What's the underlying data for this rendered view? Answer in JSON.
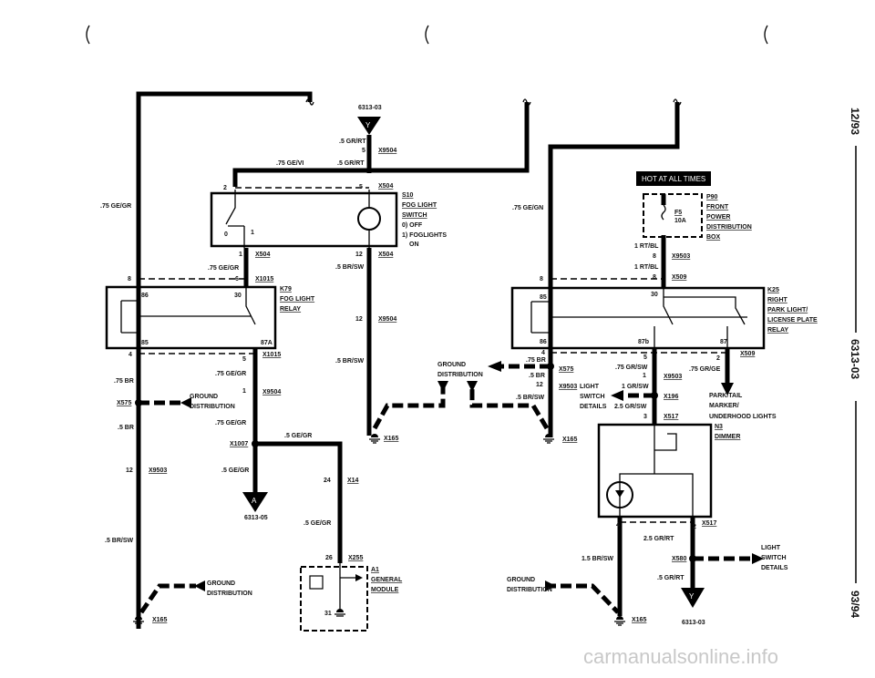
{
  "margin": {
    "date": "12/93",
    "page_ref": "6313-03",
    "model_years": "93/94"
  },
  "watermark": "carmanualsonline.info",
  "connector_refs": {
    "y_top": {
      "letter": "Y",
      "page": "6313-03"
    },
    "a_bottom": {
      "letter": "A",
      "page": "6313-05"
    },
    "y_bottom": {
      "letter": "Y",
      "page": "6313-03"
    }
  },
  "components": {
    "s10": {
      "id": "S10",
      "name1": "FOG LIGHT",
      "name2": "SWITCH",
      "pos0": "0) OFF",
      "pos1": "1) FOGLIGHTS",
      "pos1b": "ON",
      "pin0": "0",
      "pin1": "1"
    },
    "k79": {
      "id": "K79",
      "name1": "FOG LIGHT",
      "name2": "RELAY",
      "p86": "86",
      "p30": "30",
      "p85": "85",
      "p87a": "87A"
    },
    "a1": {
      "id": "A1",
      "name1": "GENERAL",
      "name2": "MODULE",
      "p31": "31"
    },
    "p90": {
      "id": "P90",
      "name1": "FRONT",
      "name2": "POWER",
      "name3": "DISTRIBUTION",
      "name4": "BOX",
      "fuse": "F5",
      "rating": "10A"
    },
    "k25": {
      "id": "K25",
      "name1": "RIGHT",
      "name2": "PARK LIGHT/",
      "name3": "LICENSE PLATE",
      "name4": "RELAY",
      "p85": "85",
      "p30": "30",
      "p86": "86",
      "p87b": "87b",
      "p87": "87"
    },
    "n3": {
      "id": "N3",
      "name1": "DIMMER"
    }
  },
  "hot_label": "HOT AT ALL TIMES",
  "labels": {
    "l1": ".5 GR/RT",
    "l2": "5",
    "l3": "X9504",
    "l4": ".75 GE/VI",
    "l5": ".5 GR/RT",
    "l6": "2",
    "l7": "5",
    "l8": "X504",
    "l9": ".75 GE/GR",
    "l10": "1",
    "l11": "X504",
    "l12": "12",
    "l13": "X504",
    "l14": ".75 GE/GR",
    "l15": ".5 BR/SW",
    "l16": "8",
    "l17": "6",
    "l18": "X1015",
    "l19": "12",
    "l20": "X9504",
    "l21": "4",
    "l22": "5",
    "l23": "X1015",
    "l24": ".5 BR/SW",
    "l25": ".75 GE/GR",
    "l26": ".75 BR",
    "l27": "1",
    "l28": "X9504",
    "l29": "X575",
    "l30": "GROUND",
    "l31": "DISTRIBUTION",
    "l32": ".75 GE/GR",
    "l33": ".5 BR",
    "l34": ".5 GE/GR",
    "l35": "X1007",
    "l36": "12",
    "l37": "X9503",
    "l38": ".5 GE/GR",
    "l39": "24",
    "l40": "X14",
    "l41": ".5 GE/GR",
    "l42": ".5 BR/SW",
    "l43": "26",
    "l44": "X255",
    "l45": "GROUND",
    "l46": "DISTRIBUTION",
    "l47": "X165",
    "l48": "X165",
    "l49": "GROUND",
    "l50": "DISTRIBUTION",
    "l51": ".75 GE/GN",
    "l52": "1 RT/BL",
    "l53": "8",
    "l54": "X9503",
    "l55": "1 RT/BL",
    "l56": "8",
    "l57": "X509",
    "l58": "8",
    "l59": "4",
    "l60": ".75 BR",
    "l61": "5",
    "l62": "2",
    "l63": "X509",
    "l64": ".75 GR/SW",
    "l65": ".75 GR/GE",
    "l66": "X575",
    "l67": ".5 BR",
    "l68": "1",
    "l69": "X9503",
    "l70": "12",
    "l71": "X9503",
    "l72": "LIGHT",
    "l73": "1 GR/SW",
    "l74": "SWITCH",
    "l75": "X196",
    "l76": "PARK/TAIL",
    "l77": "MARKER/",
    "l78": "UNDERHOOD LIGHTS",
    "l79": ".5 BR/SW",
    "l80": "DETAILS",
    "l81": "2.5 GR/SW",
    "l82": "3",
    "l83": "X517",
    "l84": "X165",
    "l85": "4",
    "l86": "2",
    "l87": "X517",
    "l88": "2.5 GR/RT",
    "l89": "1.5 BR/SW",
    "l90": "X580",
    "l91": "LIGHT",
    "l92": "SWITCH",
    "l93": "DETAILS",
    "l94": ".5 GR/RT",
    "l95": "GROUND",
    "l96": "DISTRIBUTION",
    "l97": "X165"
  }
}
